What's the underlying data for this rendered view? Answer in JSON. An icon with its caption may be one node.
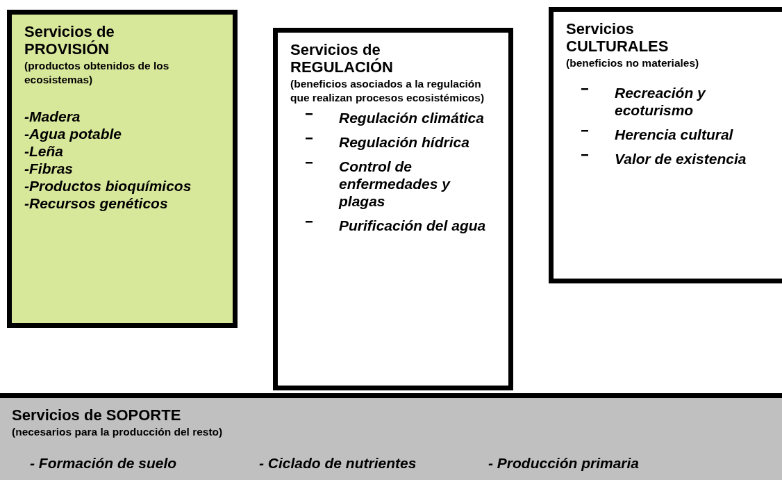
{
  "diagram": {
    "nodes": [
      {
        "text": [
          "Servicios de PROVISIÓN",
          "(productos obtenidos de los ecosistemas)",
          "-Madera",
          "-Agua potable",
          "-Leña",
          "-Fibras",
          "-Productos bioquímicos",
          "-Recursos genéticos"
        ]
      },
      {
        "text": [
          "Servicios de REGULACIÓN",
          "(beneficios asociados a la regulación que realizan procesos ecosistémicos)",
          "Regulación climática",
          "Regulación hídrica",
          "Control de enfermedades y plagas",
          "Purificación del agua"
        ]
      },
      {
        "text": [
          "Servicios CULTURALES",
          "(beneficios no materiales)",
          "Recreación y ecoturismo",
          "Herencia cultural",
          "Valor de existencia"
        ]
      },
      {
        "text": [
          "Servicios de SOPORTE",
          "(necesarios para la producción del resto)",
          "- Formación de suelo",
          "- Ciclado de nutrientes",
          "- Producción primaria"
        ]
      }
    ]
  }
}
